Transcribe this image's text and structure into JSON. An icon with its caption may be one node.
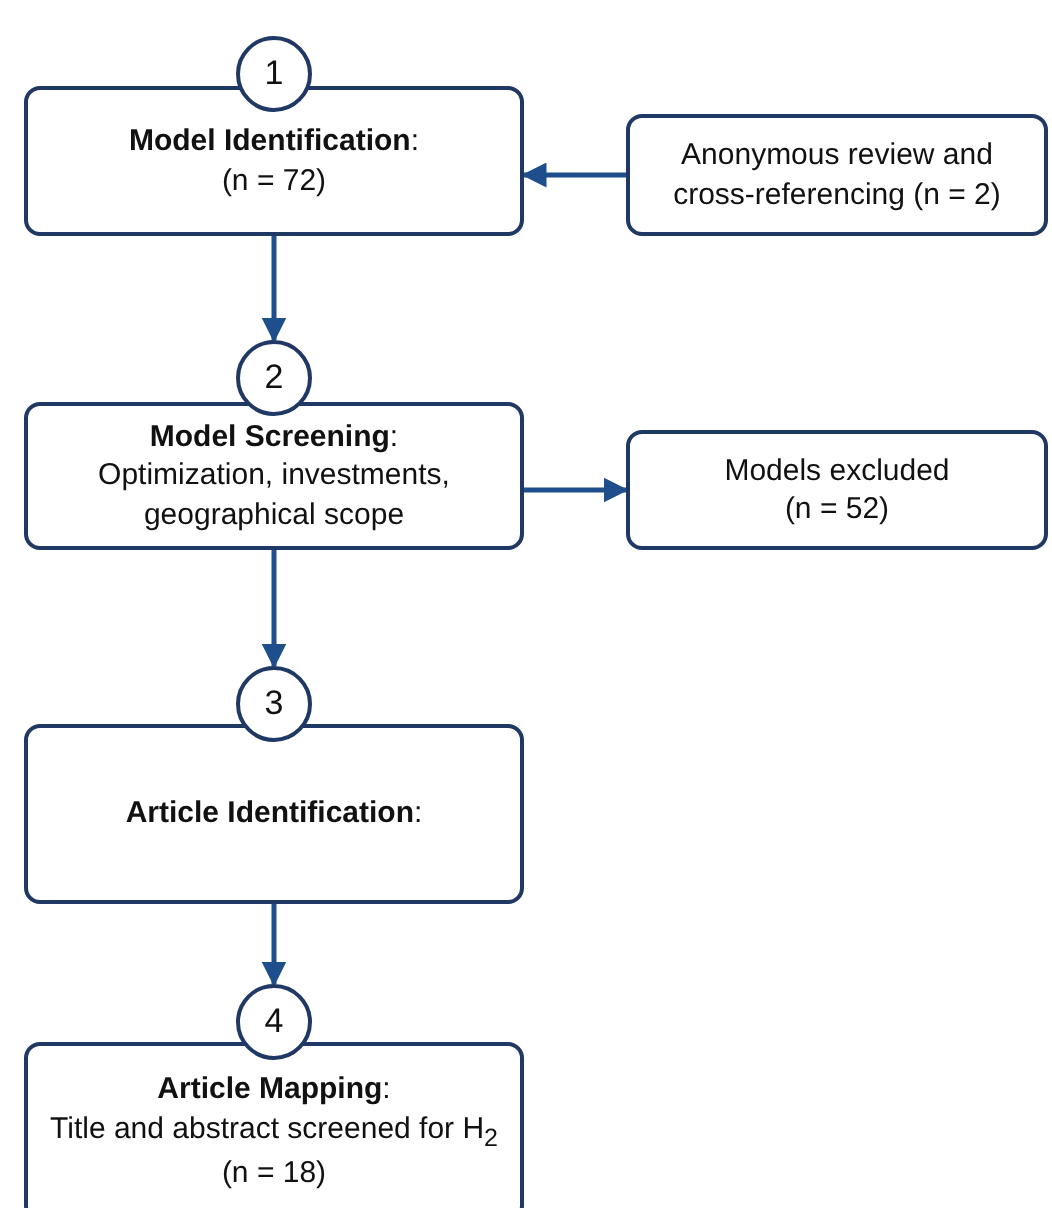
{
  "diagram": {
    "nodes": [
      {
        "text": [
          "1"
        ]
      },
      {
        "text": [
          "**Model Identification**:",
          "(n = 72)"
        ]
      },
      {
        "text": [
          "Anonymous review and cross-referencing (n = 2)"
        ]
      },
      {
        "text": [
          "2"
        ]
      },
      {
        "text": [
          "**Model Screening**:",
          "Optimization, investments, geographical scope"
        ]
      },
      {
        "text": [
          "Models excluded (n = 52)"
        ]
      },
      {
        "text": [
          "3"
        ]
      },
      {
        "text": [
          "**Article Identification**:"
        ]
      },
      {
        "text": [
          "4"
        ]
      },
      {
        "text": [
          "**Article Mapping**:",
          "Title and abstract screened for H$_{2}$ (n = 18)"
        ]
      }
    ],
    "edges": [
      {
        "from": 2,
        "to": 1,
        "arrow": "to"
      },
      {
        "from": 1,
        "to": 3,
        "arrow": "to"
      },
      {
        "from": 4,
        "to": 5,
        "arrow": "to"
      },
      {
        "from": 4,
        "to": 6,
        "arrow": "to"
      },
      {
        "from": 7,
        "to": 8,
        "arrow": "to"
      }
    ]
  }
}
